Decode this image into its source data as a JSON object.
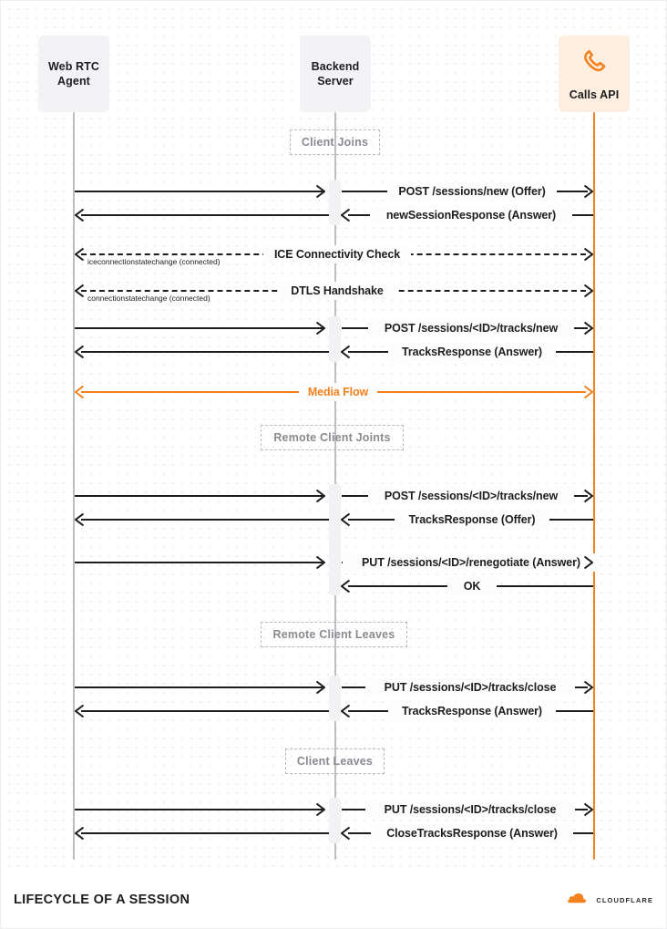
{
  "diagram": {
    "title": "LIFECYCLE OF A SESSION",
    "brand": "CLOUDFLARE",
    "accent_color": "#f48120",
    "line_color": "#1d1d1f",
    "lifeline_color": "#bdbdc2",
    "group_label_color": "#8a8a90",
    "actors": [
      {
        "id": "webrtc",
        "label": "Web RTC\nAgent",
        "line1": "Web RTC",
        "line2": "Agent",
        "style": "plain",
        "icon": "none"
      },
      {
        "id": "backend",
        "label": "Backend\nServer",
        "line1": "Backend",
        "line2": "Server",
        "style": "plain",
        "icon": "none"
      },
      {
        "id": "calls",
        "label": "Calls API",
        "line1": "Calls API",
        "line2": "",
        "style": "accent",
        "icon": "phone-icon"
      }
    ],
    "groups": [
      {
        "id": "client-joins",
        "label": "Client Joins"
      },
      {
        "id": "remote-client-joins",
        "label": "Remote Client Joints"
      },
      {
        "id": "remote-client-leaves",
        "label": "Remote Client Leaves"
      },
      {
        "id": "client-leaves",
        "label": "Client Leaves"
      }
    ],
    "messages": [
      {
        "id": "m1",
        "segment": "left",
        "direction": "right",
        "style": "solid",
        "label": ""
      },
      {
        "id": "m2",
        "segment": "right",
        "direction": "right",
        "style": "solid",
        "label": "POST /sessions/new (Offer)"
      },
      {
        "id": "m3",
        "segment": "left",
        "direction": "left",
        "style": "solid",
        "label": ""
      },
      {
        "id": "m4",
        "segment": "right",
        "direction": "left",
        "style": "solid",
        "label": "newSessionResponse (Answer)"
      },
      {
        "id": "m5",
        "segment": "full",
        "direction": "both",
        "style": "dashed",
        "label": "ICE Connectivity Check",
        "sub": "iceconnectionstatechange (connected)"
      },
      {
        "id": "m6",
        "segment": "full",
        "direction": "both",
        "style": "dashed",
        "label": "DTLS Handshake",
        "sub": "connectionstatechange (connected)"
      },
      {
        "id": "m7",
        "segment": "left",
        "direction": "right",
        "style": "solid",
        "label": ""
      },
      {
        "id": "m8",
        "segment": "right",
        "direction": "right",
        "style": "solid",
        "label": "POST /sessions/<ID>/tracks/new"
      },
      {
        "id": "m9",
        "segment": "left",
        "direction": "left",
        "style": "solid",
        "label": ""
      },
      {
        "id": "m10",
        "segment": "right",
        "direction": "left",
        "style": "solid",
        "label": "TracksResponse (Answer)"
      },
      {
        "id": "m11",
        "segment": "full",
        "direction": "both",
        "style": "solid",
        "label": "Media Flow",
        "accent": true
      },
      {
        "id": "m12",
        "segment": "left",
        "direction": "right",
        "style": "solid",
        "label": ""
      },
      {
        "id": "m13",
        "segment": "right",
        "direction": "right",
        "style": "solid",
        "label": "POST /sessions/<ID>/tracks/new"
      },
      {
        "id": "m14",
        "segment": "left",
        "direction": "left",
        "style": "solid",
        "label": ""
      },
      {
        "id": "m15",
        "segment": "right",
        "direction": "left",
        "style": "solid",
        "label": "TracksResponse (Offer)"
      },
      {
        "id": "m16",
        "segment": "left",
        "direction": "right",
        "style": "solid",
        "label": ""
      },
      {
        "id": "m17",
        "segment": "right",
        "direction": "right",
        "style": "solid",
        "label": "PUT /sessions/<ID>/renegotiate (Answer)"
      },
      {
        "id": "m18",
        "segment": "right",
        "direction": "left",
        "style": "solid",
        "label": "OK"
      },
      {
        "id": "m19",
        "segment": "left",
        "direction": "right",
        "style": "solid",
        "label": ""
      },
      {
        "id": "m20",
        "segment": "right",
        "direction": "right",
        "style": "solid",
        "label": "PUT /sessions/<ID>/tracks/close"
      },
      {
        "id": "m21",
        "segment": "left",
        "direction": "left",
        "style": "solid",
        "label": ""
      },
      {
        "id": "m22",
        "segment": "right",
        "direction": "left",
        "style": "solid",
        "label": "TracksResponse (Answer)"
      },
      {
        "id": "m23",
        "segment": "left",
        "direction": "right",
        "style": "solid",
        "label": ""
      },
      {
        "id": "m24",
        "segment": "right",
        "direction": "right",
        "style": "solid",
        "label": "PUT /sessions/<ID>/tracks/close"
      },
      {
        "id": "m25",
        "segment": "left",
        "direction": "left",
        "style": "solid",
        "label": ""
      },
      {
        "id": "m26",
        "segment": "right",
        "direction": "left",
        "style": "solid",
        "label": "CloseTracksResponse (Answer)"
      }
    ]
  }
}
